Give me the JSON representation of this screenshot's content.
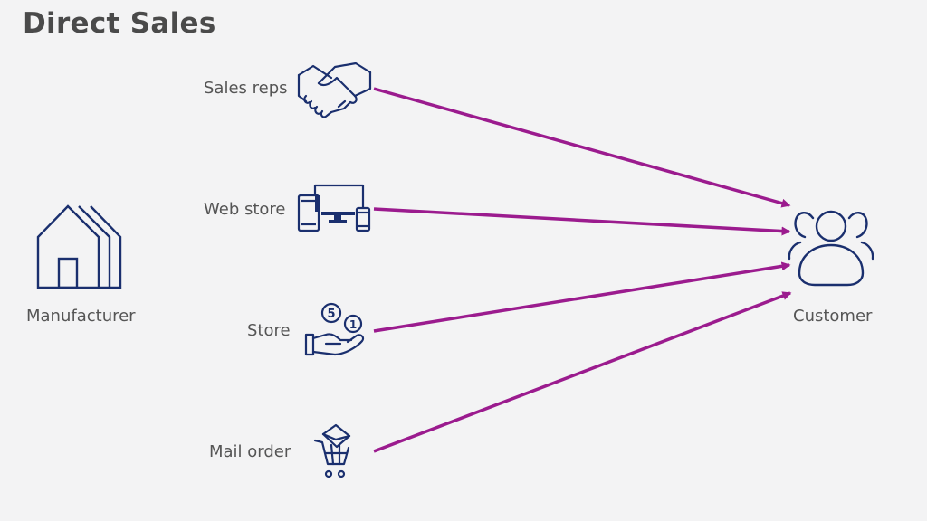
{
  "title": "Direct Sales",
  "nodes": {
    "manufacturer": {
      "label": "Manufacturer",
      "icon": "house-icon"
    },
    "customer": {
      "label": "Customer",
      "icon": "user-group-icon"
    }
  },
  "channels": [
    {
      "label": "Sales reps",
      "icon": "handshake-icon"
    },
    {
      "label": "Web store",
      "icon": "devices-icon"
    },
    {
      "label": "Store",
      "icon": "hand-coins-icon"
    },
    {
      "label": "Mail order",
      "icon": "shopping-cart-mail-icon"
    }
  ],
  "colors": {
    "arrow": "#9b1b8e",
    "icon": "#1a2f6e",
    "text": "#555555",
    "title": "#4a4a4a",
    "background": "#f3f3f4"
  }
}
